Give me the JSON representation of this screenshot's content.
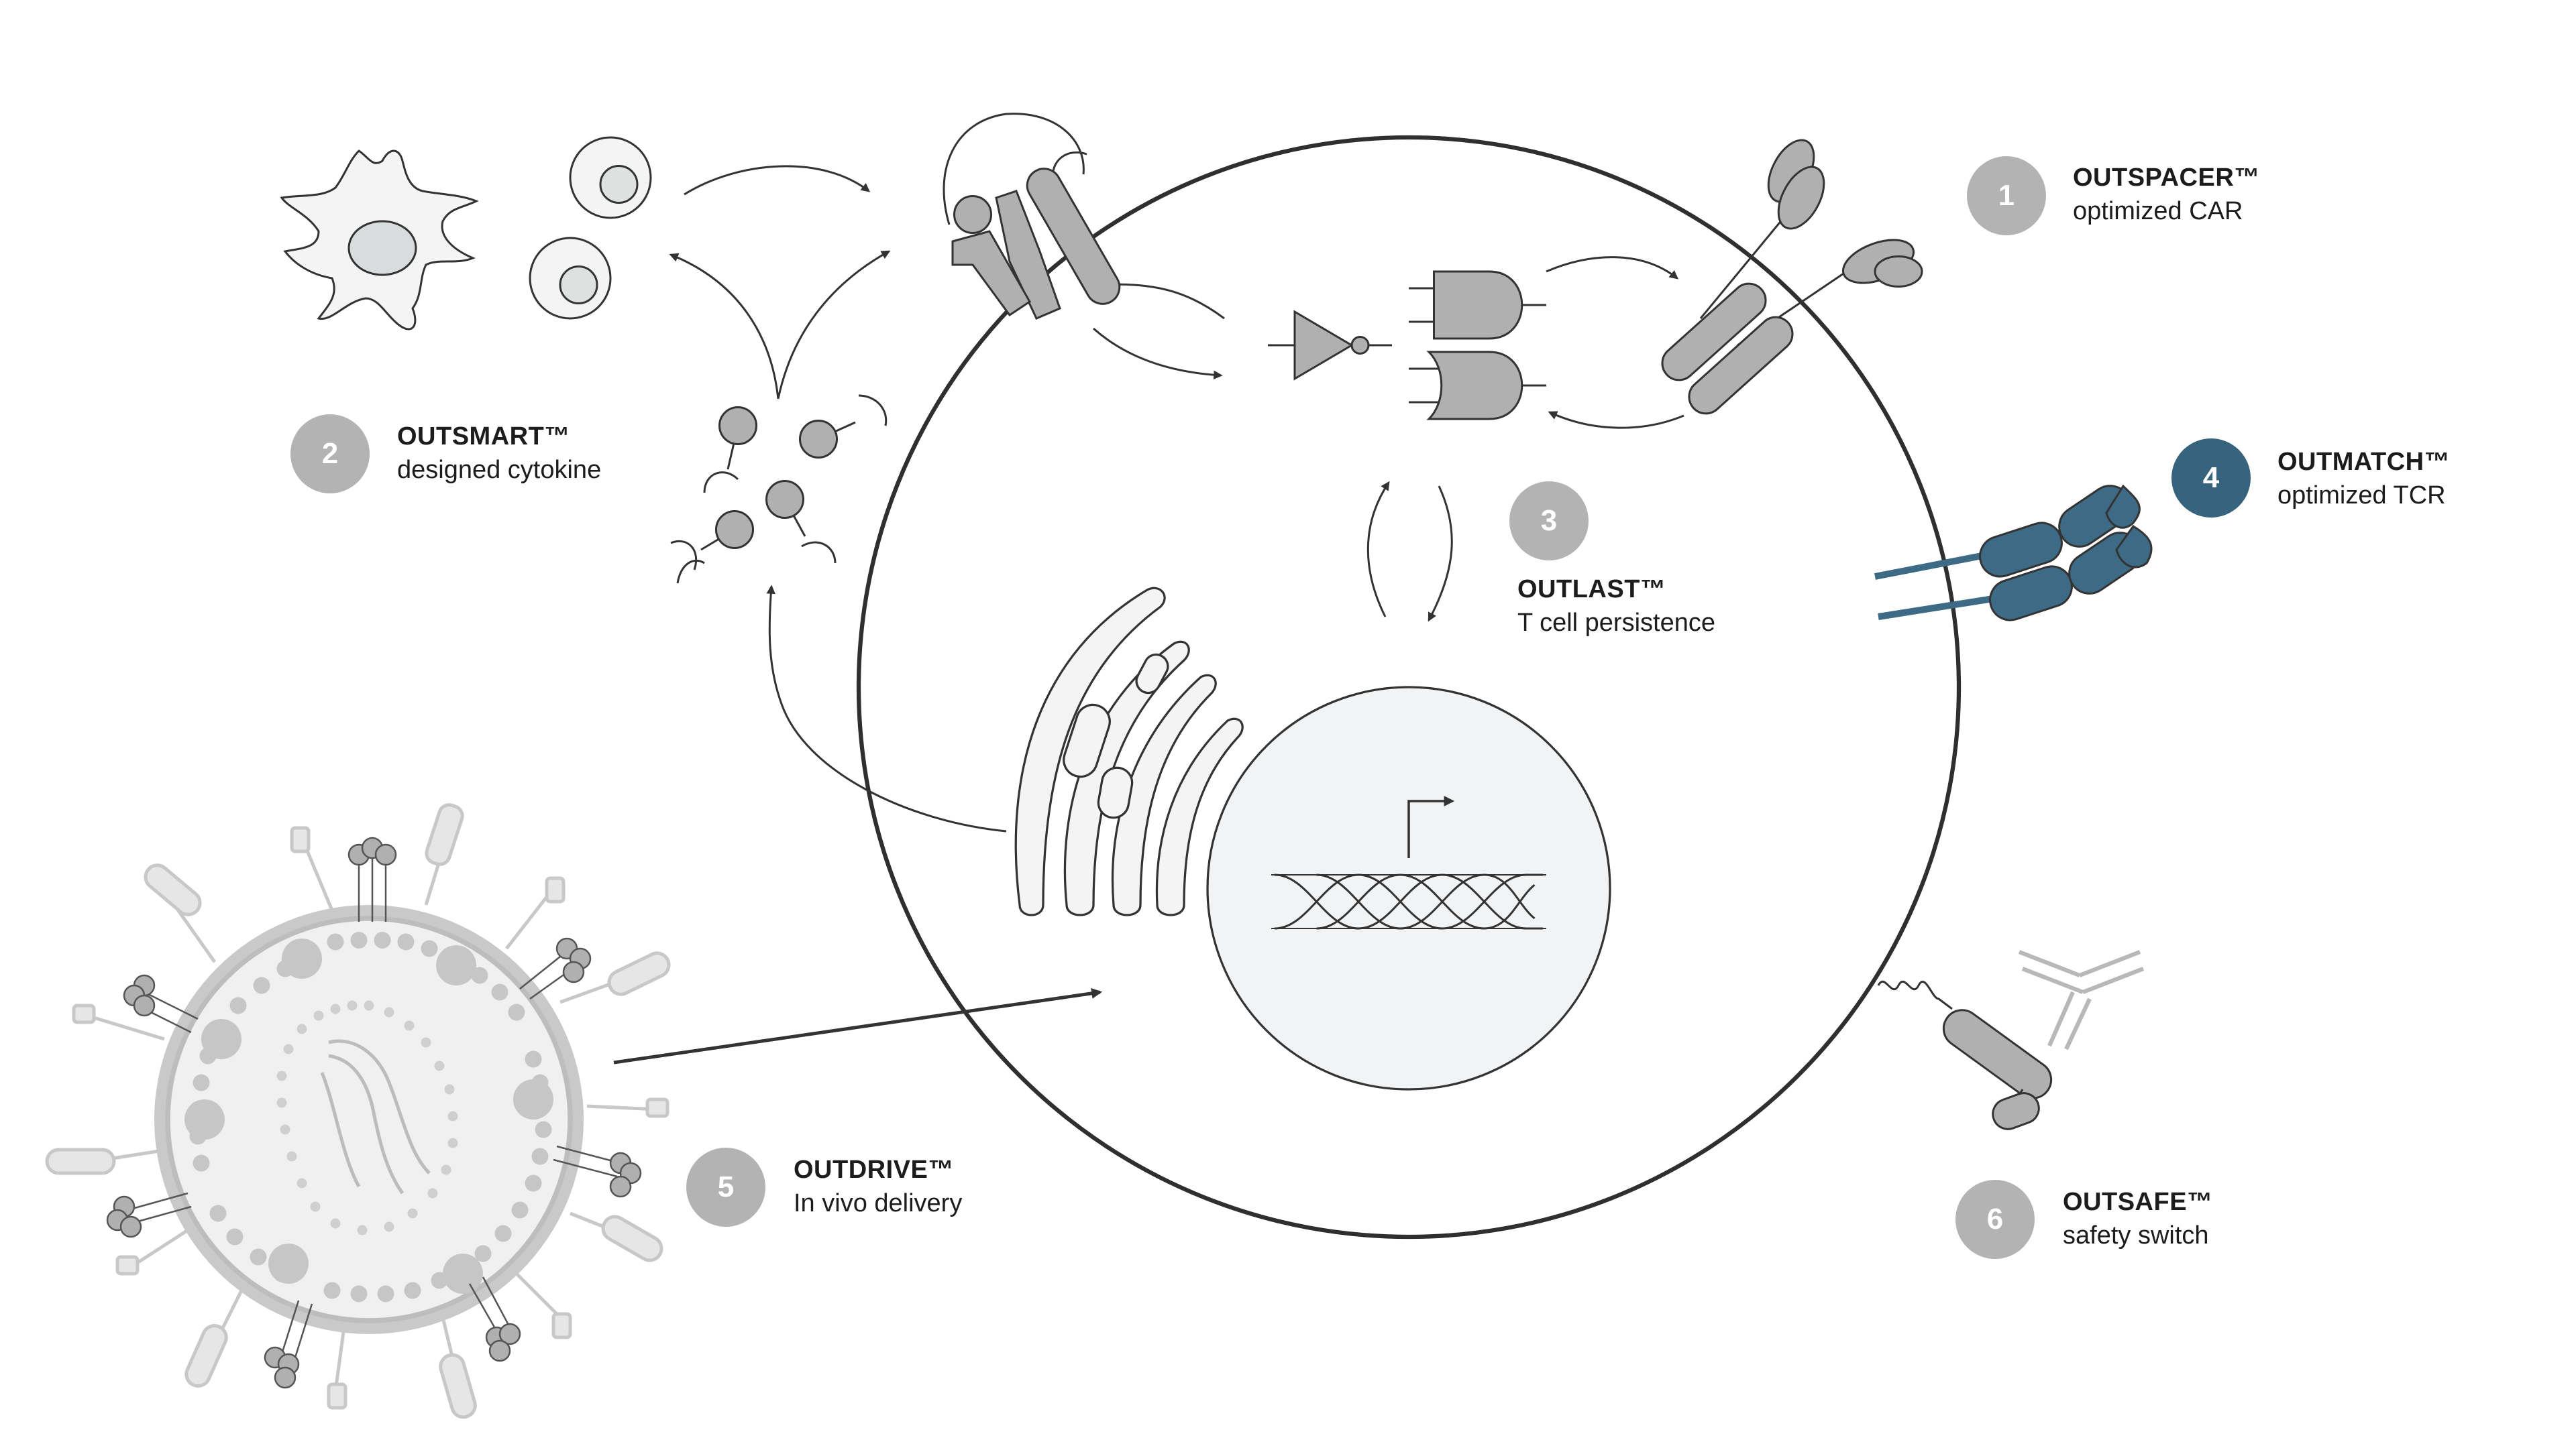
{
  "colors": {
    "badge_grey": "#b3b3b3",
    "badge_highlight": "#36647f",
    "tcr_fill": "#3d6a85",
    "shape_grey": "#b0b0b0",
    "outline": "#333333",
    "nucleus_fill": "#f2f3f4"
  },
  "features": [
    {
      "number": "1",
      "title": "OUTSPACER™",
      "subtitle": "optimized CAR",
      "icon": "car-receptor-icon",
      "highlight": false
    },
    {
      "number": "2",
      "title": "OUTSMART™",
      "subtitle": "designed cytokine",
      "icon": "cytokine-icon",
      "highlight": false
    },
    {
      "number": "3",
      "title": "OUTLAST™",
      "subtitle": "T cell persistence",
      "icon": "persistence-icon",
      "highlight": false
    },
    {
      "number": "4",
      "title": "OUTMATCH™",
      "subtitle": "optimized TCR",
      "icon": "tcr-icon",
      "highlight": true
    },
    {
      "number": "5",
      "title": "OUTDRIVE™",
      "subtitle": "In vivo delivery",
      "icon": "viral-vector-icon",
      "highlight": false
    },
    {
      "number": "6",
      "title": "OUTSAFE™",
      "subtitle": "safety switch",
      "icon": "safety-switch-icon",
      "highlight": false
    }
  ]
}
